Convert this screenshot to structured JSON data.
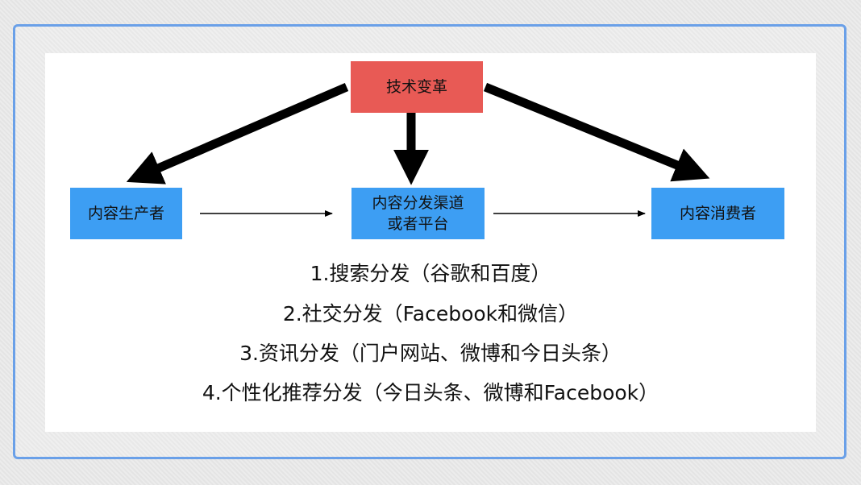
{
  "nodes": {
    "tech_change": "技术变革",
    "producer": "内容生产者",
    "distribution_line1": "内容分发渠道",
    "distribution_line2": "或者平台",
    "consumer": "内容消费者"
  },
  "distribution_methods": [
    "1.搜索分发（谷歌和百度）",
    "2.社交分发（Facebook和微信）",
    "3.资讯分发（门户网站、微博和今日头条）",
    "4.个性化推荐分发（今日头条、微博和Facebook）"
  ],
  "colors": {
    "tech_box": "#e85a55",
    "node_box": "#3d9ef3",
    "frame_border": "#6aa0e8"
  }
}
